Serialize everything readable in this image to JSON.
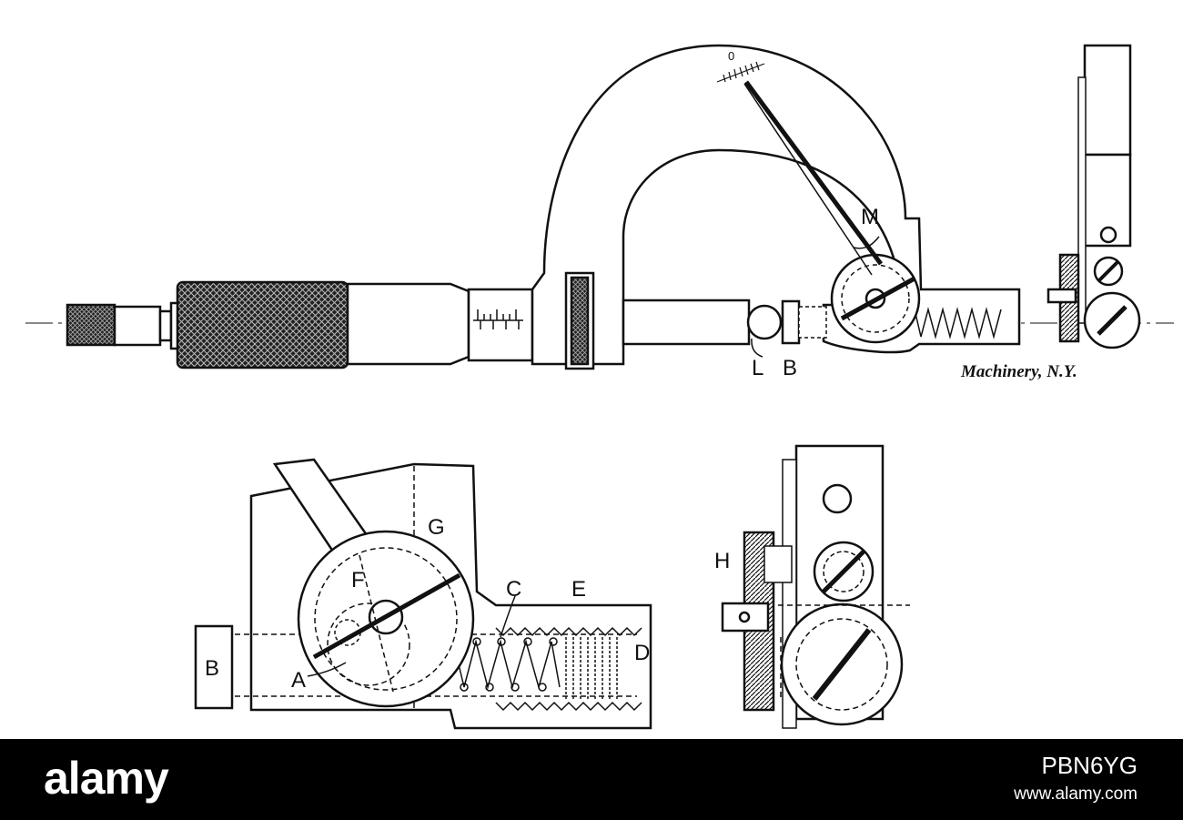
{
  "labels": {
    "M": "M",
    "L": "L",
    "B_top": "B",
    "G": "G",
    "F": "F",
    "C": "C",
    "E": "E",
    "D": "D",
    "A": "A",
    "B_bottom": "B",
    "H": "H"
  },
  "scale_tick": "0",
  "credit": "Machinery, N.Y.",
  "stock_bar": {
    "brand": "alamy",
    "image_code": "PBN6YG",
    "url": "www.alamy.com"
  }
}
